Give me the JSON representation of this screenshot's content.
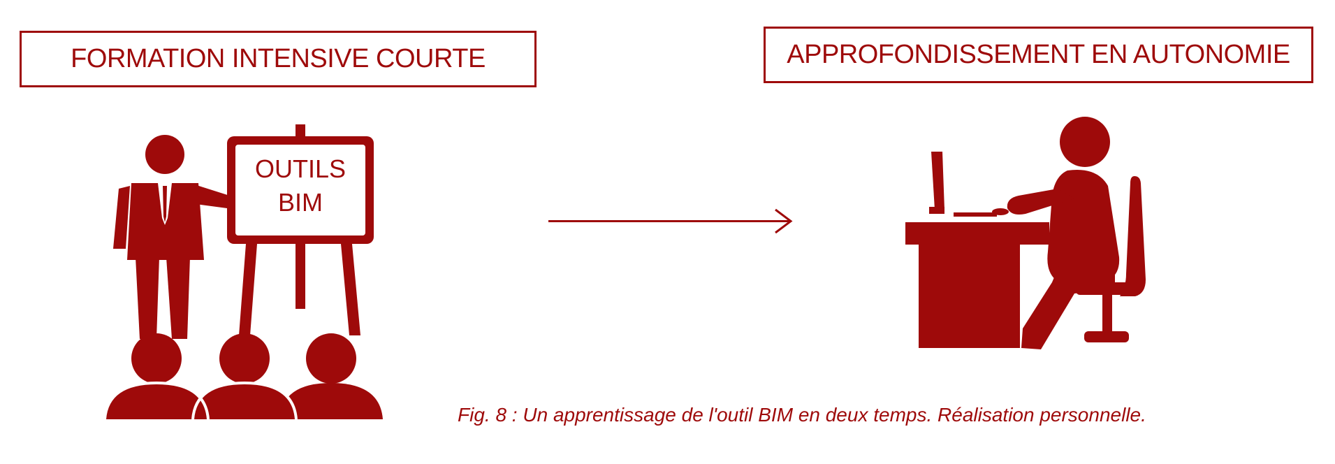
{
  "labels": {
    "left": "FORMATION INTENSIVE COURTE",
    "right": "APPROFONDISSEMENT EN AUTONOMIE"
  },
  "board": {
    "line1": "OUTILS",
    "line2": "BIM"
  },
  "caption": "Fig. 8 : Un apprentissage de l'outil BIM en deux temps. Réalisation personnelle.",
  "colors": {
    "accent": "#9e0a0a",
    "background": "#ffffff"
  },
  "icons": {
    "left": "presenter-with-board-and-audience-icon",
    "middle": "arrow-right-icon",
    "right": "person-at-computer-desk-icon"
  }
}
